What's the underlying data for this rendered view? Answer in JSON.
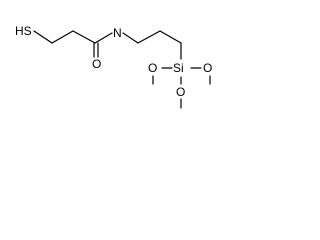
{
  "molecule": {
    "atoms": {
      "thiol": "HS",
      "nitrogen": "N",
      "carbonyl_oxygen": "O",
      "silicon": "Si",
      "methoxy_oxygen_left": "O",
      "methoxy_oxygen_right": "O",
      "methoxy_oxygen_bottom": "O"
    },
    "colors": {
      "bond": "#000000",
      "label": "#000000",
      "background": "#ffffff"
    }
  }
}
